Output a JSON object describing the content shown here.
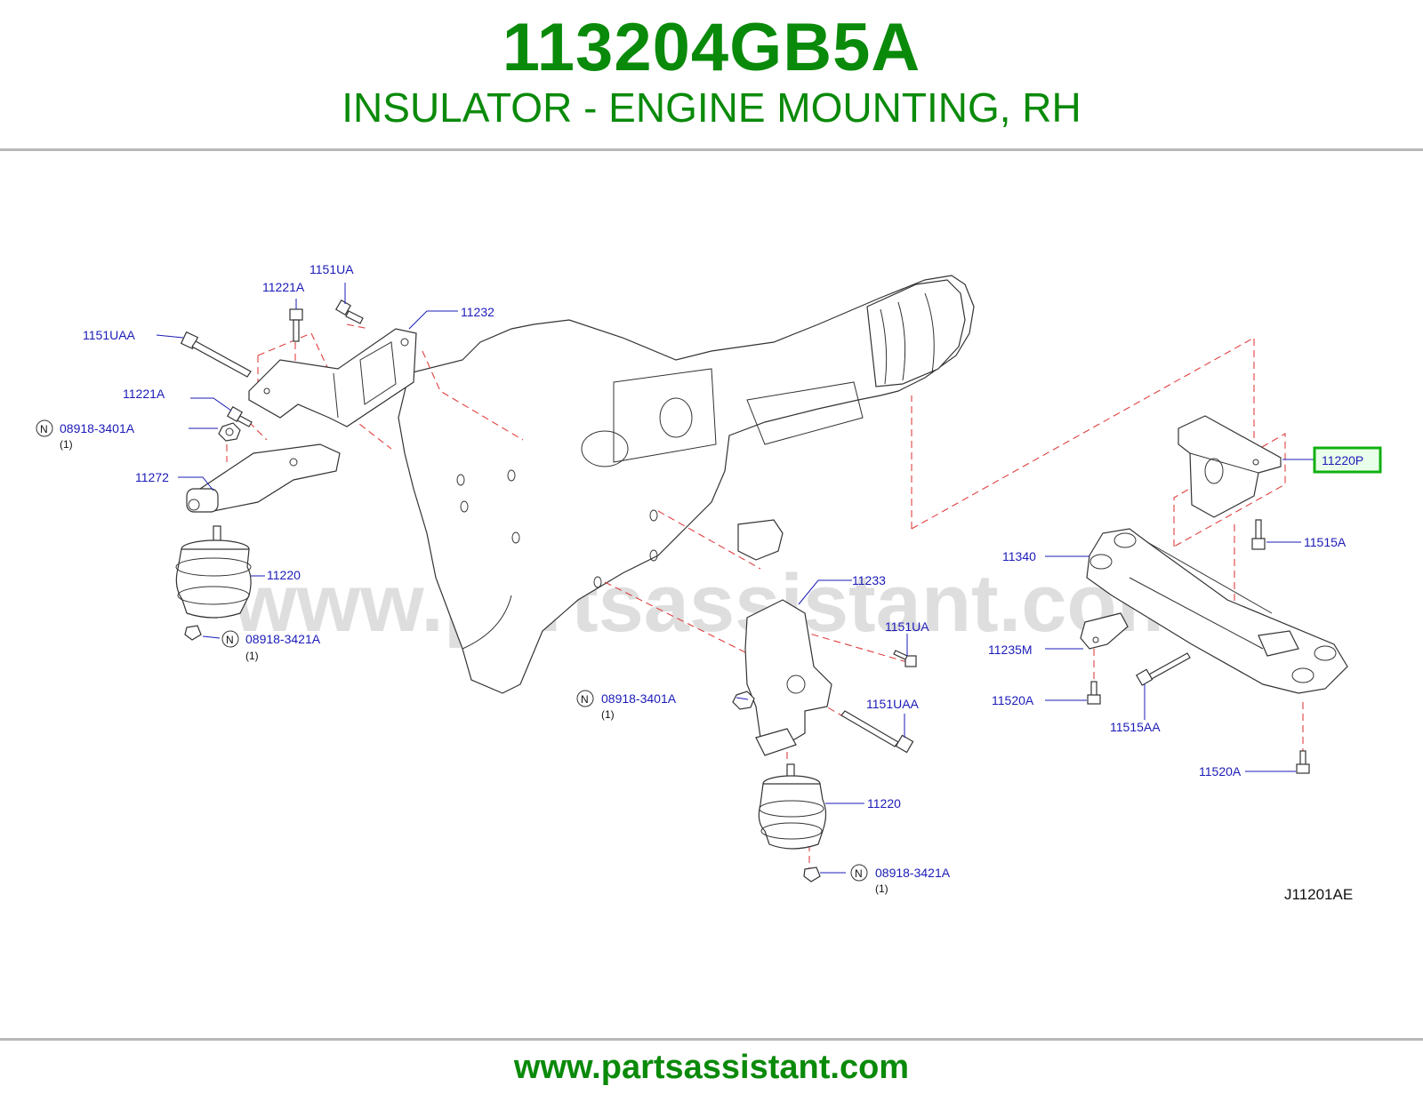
{
  "header": {
    "part_number": "113204GB5A",
    "description": "INSULATOR - ENGINE MOUNTING, RH"
  },
  "watermark": "www.partsassistant.com",
  "footer": {
    "url": "www.partsassistant.com"
  },
  "diagram": {
    "code": "J11201AE",
    "callouts": {
      "c1151ua_top": "1151UA",
      "c11221a_top": "11221A",
      "c11232": "11232",
      "c1151uaa_left": "1151UAA",
      "c11221a_mid": "11221A",
      "c08918_3401a_left": "08918-3401A",
      "c11272": "11272",
      "c11220_left": "11220",
      "c08918_3421a_left": "08918-3421A",
      "c11233": "11233",
      "c1151ua_right": "1151UA",
      "c08918_3401a_center": "08918-3401A",
      "c1151uaa_right": "1151UAA",
      "c11220_center": "11220",
      "c08918_3421a_center": "08918-3421A",
      "c11220p": "11220P",
      "c11340": "11340",
      "c11515a": "11515A",
      "c11235m": "11235M",
      "c11520a_mid": "11520A",
      "c11515aa": "11515AA",
      "c11520a_bottom": "11520A"
    },
    "quantities": {
      "q_left_top": "(1)",
      "q_left_bottom": "(1)",
      "q_center_mid": "(1)",
      "q_center_bottom": "(1)"
    },
    "n_badge": "N",
    "highlight_color": "#10b010"
  },
  "colors": {
    "brand_green": "#0a8a0a",
    "callout_blue": "#1b1bb8",
    "dash_red": "#e04040"
  }
}
